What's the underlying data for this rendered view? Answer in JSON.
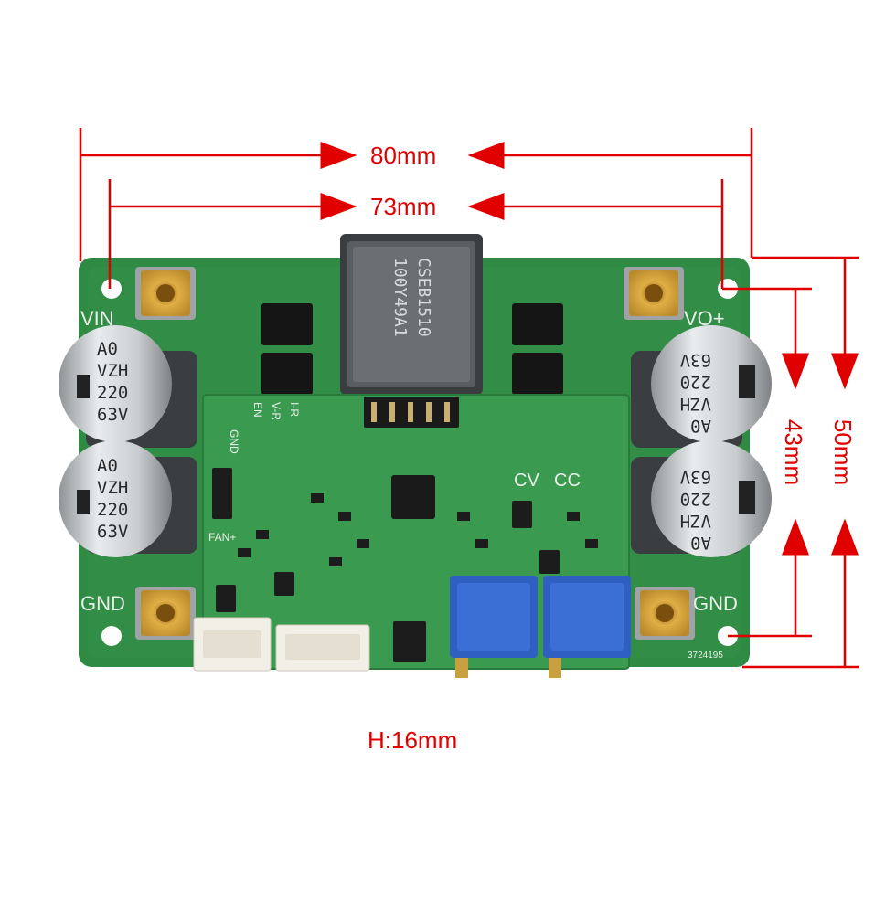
{
  "dimensions": {
    "width_outer": "80mm",
    "width_holes": "73mm",
    "height_holes": "43mm",
    "height_outer": "50mm",
    "board_height": "H:16mm"
  },
  "board": {
    "left_top_label": "VIN",
    "right_top_label": "VO+",
    "left_bottom_label": "GND",
    "right_bottom_label": "GND",
    "inductor_text_1": "CSEB1510",
    "inductor_text_2": "100Y49A1",
    "cap_text": [
      "A0",
      "VZH",
      "220",
      "63V"
    ],
    "header_labels": [
      "GND",
      "EN",
      "V-R",
      "I-R"
    ],
    "mode_labels": [
      "CV",
      "CC"
    ],
    "fan_label": "FAN+",
    "serial": "3724195"
  },
  "colors": {
    "dimension": "#e10000",
    "pcb": "#2f8a43",
    "pcb_dark": "#1f6a32",
    "pot_blue": "#2f5fc0",
    "gold": "#d9a43a"
  }
}
